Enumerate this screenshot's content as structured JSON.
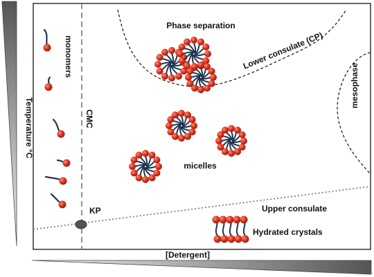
{
  "axes": {
    "y_label": "Temperature °C",
    "x_label": "[Detergent]"
  },
  "regions": {
    "monomers": "monomers",
    "cmc": "CMC",
    "phase_separation": "Phase separation",
    "lower_consulate": "Lower consulate (CP)",
    "mesophase": "mesophase",
    "micelles": "micelles",
    "kp": "KP",
    "upper_consulate": "Upper consulate",
    "hydrated_crystals": "Hydrated crystals"
  },
  "colors": {
    "head": "#d9321f",
    "tail": "#1f3550",
    "ramp_dark": "#6b6b6b",
    "frame": "#222222",
    "boundary": "#333333",
    "kp_point": "#555555"
  }
}
